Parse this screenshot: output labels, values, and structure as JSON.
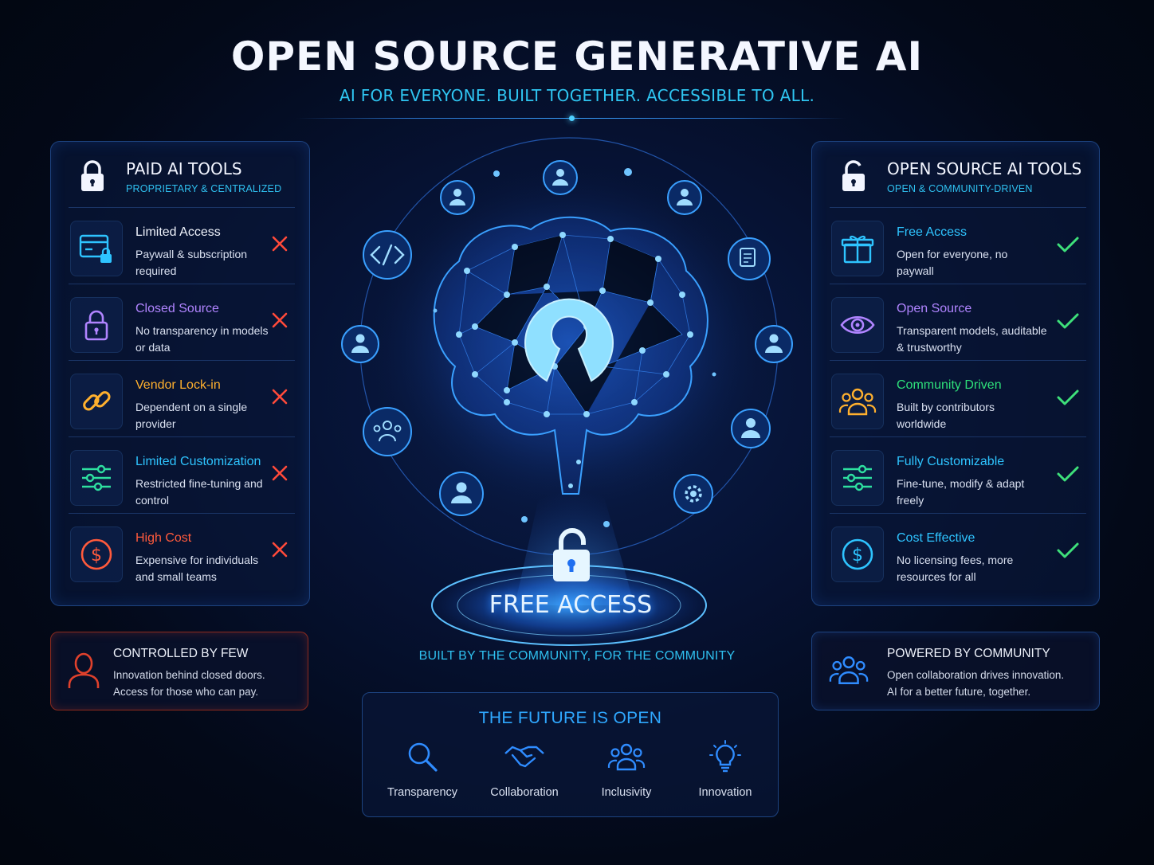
{
  "header": {
    "title": "OPEN SOURCE GENERATIVE AI",
    "subtitle": "AI FOR EVERYONE. BUILT TOGETHER. ACCESSIBLE TO ALL."
  },
  "left_panel": {
    "title": "PAID AI TOOLS",
    "subtitle": "PROPRIETARY & CENTRALIZED",
    "items": [
      {
        "title": "Limited Access",
        "desc": "Paywall & subscription required",
        "icon": "paywall-card-lock-icon",
        "color": "#2ec4ff"
      },
      {
        "title": "Closed Source",
        "desc": "No transparency in models or data",
        "icon": "padlock-icon",
        "color": "#b084ff"
      },
      {
        "title": "Vendor Lock-in",
        "desc": "Dependent on a single provider",
        "icon": "chain-link-icon",
        "color": "#ffb02e"
      },
      {
        "title": "Limited Customization",
        "desc": "Restricted fine-tuning and control",
        "icon": "sliders-icon",
        "color": "#2ee0a0"
      },
      {
        "title": "High Cost",
        "desc": "Expensive for individuals and small teams",
        "icon": "dollar-coin-icon",
        "color": "#ff5a3c"
      }
    ],
    "mark_color": "#ff4a3a"
  },
  "right_panel": {
    "title": "OPEN SOURCE AI TOOLS",
    "subtitle": "OPEN & COMMUNITY-DRIVEN",
    "items": [
      {
        "title": "Free Access",
        "desc": "Open for everyone, no paywall",
        "icon": "gift-icon",
        "color": "#2ec4ff"
      },
      {
        "title": "Open Source",
        "desc": "Transparent models, auditable & trustworthy",
        "icon": "eye-icon",
        "color": "#b084ff"
      },
      {
        "title": "Community Driven",
        "desc": "Built by contributors worldwide",
        "icon": "people-group-icon",
        "color": "#2ee07a"
      },
      {
        "title": "Fully Customizable",
        "desc": "Fine-tune, modify & adapt freely",
        "icon": "sliders-icon",
        "color": "#2ec4ff"
      },
      {
        "title": "Cost Effective",
        "desc": "No licensing fees, more resources for all",
        "icon": "dollar-coin-icon",
        "color": "#2ec4ff"
      }
    ],
    "mark_color": "#3ee07a"
  },
  "left_note": {
    "title": "CONTROLLED BY FEW",
    "line1": "Innovation behind closed doors.",
    "line2": "Access for those who can pay.",
    "icon": "person-icon",
    "color": "#e0412c"
  },
  "right_note": {
    "title": "POWERED BY COMMUNITY",
    "line1": "Open collaboration drives innovation.",
    "line2": "AI for a better future, together.",
    "icon": "people-group-icon",
    "color": "#2f8cff"
  },
  "center": {
    "free_access": "FREE ACCESS",
    "built_by": "BUILT BY THE COMMUNITY, FOR THE COMMUNITY",
    "orbit_icons": [
      "person-icon",
      "code-icon",
      "document-edit-icon",
      "people-group-icon",
      "gear-icon"
    ],
    "accent": "#2f8cff"
  },
  "future": {
    "title": "THE FUTURE IS OPEN",
    "values": [
      {
        "label": "Transparency",
        "icon": "magnifier-icon"
      },
      {
        "label": "Collaboration",
        "icon": "handshake-icon"
      },
      {
        "label": "Inclusivity",
        "icon": "people-group-icon"
      },
      {
        "label": "Innovation",
        "icon": "lightbulb-icon"
      }
    ]
  }
}
